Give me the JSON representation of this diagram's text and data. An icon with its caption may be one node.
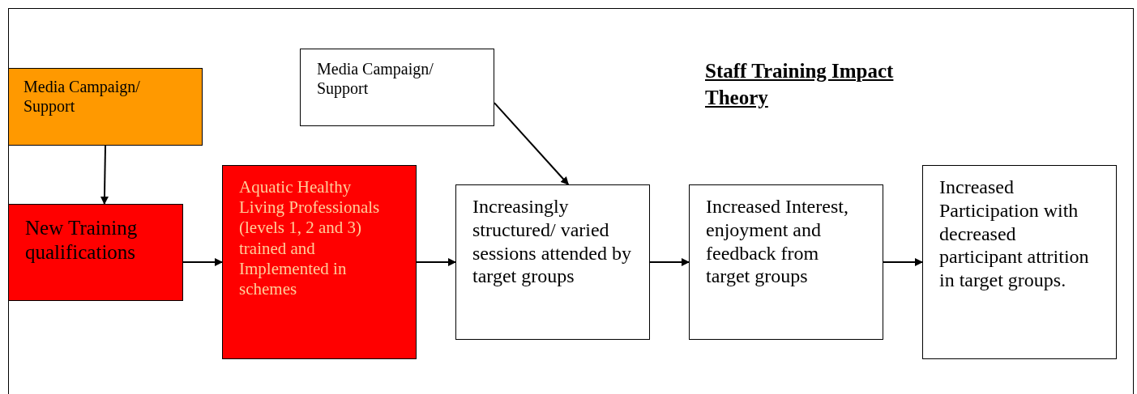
{
  "diagram": {
    "title": "Staff Training Impact Theory",
    "nodes": [
      {
        "text": [
          "Media Campaign/ Support"
        ]
      },
      {
        "text": [
          "New Training qualifications"
        ]
      },
      {
        "text": [
          "Aquatic Healthy Living Professionals (levels 1, 2 and 3) trained and Implemented in schemes"
        ]
      },
      {
        "text": [
          "Media Campaign/ Support"
        ]
      },
      {
        "text": [
          "Increasingly structured/ varied sessions attended by target groups"
        ]
      },
      {
        "text": [
          "Increased Interest, enjoyment and feedback from target groups"
        ]
      },
      {
        "text": [
          "Increased Participation with decreased participant attrition in target groups."
        ]
      }
    ],
    "edges": [
      {
        "from": 0,
        "to": 1,
        "arrow": "to"
      },
      {
        "from": 1,
        "to": 2,
        "arrow": "to"
      },
      {
        "from": 2,
        "to": 4,
        "arrow": "to"
      },
      {
        "from": 3,
        "to": 4,
        "arrow": "to"
      },
      {
        "from": 4,
        "to": 5,
        "arrow": "to"
      },
      {
        "from": 5,
        "to": 6,
        "arrow": "to"
      }
    ]
  }
}
